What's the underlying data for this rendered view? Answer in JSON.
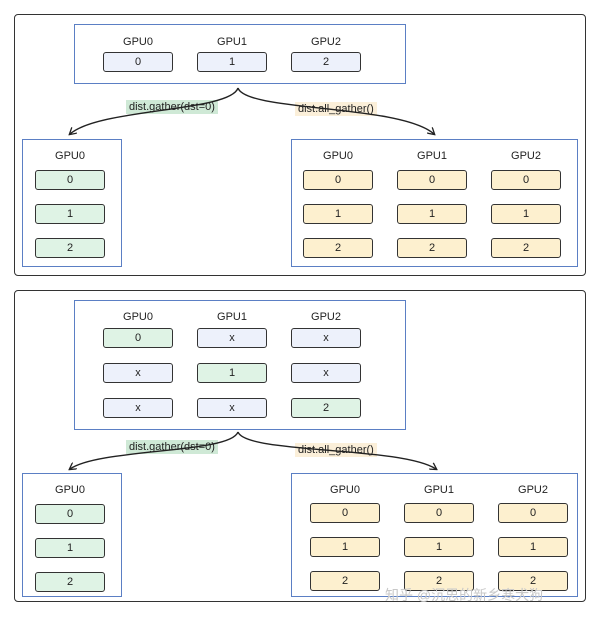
{
  "diagrams": [
    {
      "source": {
        "headers": [
          "GPU0",
          "GPU1",
          "GPU2"
        ],
        "rows": [
          [
            "0",
            "1",
            "2"
          ]
        ],
        "colors": [
          [
            "blue",
            "blue",
            "blue"
          ]
        ]
      },
      "gather": {
        "label": "dist.gather(dst=0)",
        "header": "GPU0",
        "values": [
          "0",
          "1",
          "2"
        ]
      },
      "all_gather": {
        "label": "dist.all_gather()",
        "headers": [
          "GPU0",
          "GPU1",
          "GPU2"
        ],
        "rows": [
          [
            "0",
            "0",
            "0"
          ],
          [
            "1",
            "1",
            "1"
          ],
          [
            "2",
            "2",
            "2"
          ]
        ]
      }
    },
    {
      "source": {
        "headers": [
          "GPU0",
          "GPU1",
          "GPU2"
        ],
        "rows": [
          [
            "0",
            "x",
            "x"
          ],
          [
            "x",
            "1",
            "x"
          ],
          [
            "x",
            "x",
            "2"
          ]
        ],
        "colors": [
          [
            "green",
            "blue",
            "blue"
          ],
          [
            "blue",
            "green",
            "blue"
          ],
          [
            "blue",
            "blue",
            "green"
          ]
        ]
      },
      "gather": {
        "label": "dist.gather(dst=0)",
        "header": "GPU0",
        "values": [
          "0",
          "1",
          "2"
        ]
      },
      "all_gather": {
        "label": "dist.all_gather()",
        "headers": [
          "GPU0",
          "GPU1",
          "GPU2"
        ],
        "rows": [
          [
            "0",
            "0",
            "0"
          ],
          [
            "1",
            "1",
            "1"
          ],
          [
            "2",
            "2",
            "2"
          ]
        ]
      }
    }
  ],
  "watermark": "知乎 @沉思的新乡寒犬狗",
  "colors": {
    "blue": "#edf1fb",
    "green": "#dff3e5",
    "yellow": "#fdf0cf",
    "group_border": "#5b7fc4"
  }
}
